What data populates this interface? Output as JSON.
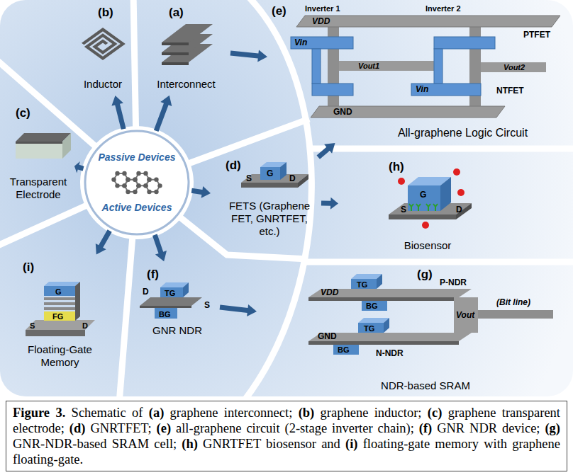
{
  "diagram": {
    "caption": "Figure 3. Schematic of (a) graphene interconnect; (b) graphene inductor; (c) graphene transparent electrode; (d) GNRTFET; (e) all-graphene circuit (2-stage inverter chain); (f) GNR NDR device; (g) GNR-NDR-based SRAM cell; (h) GNRTFET biosensor and (i) floating-gate memory with graphene floating-gate.",
    "nodes": [
      {
        "text": [
          "(b)",
          "Inductor"
        ]
      },
      {
        "text": [
          "(a)",
          "Interconnect"
        ]
      },
      {
        "text": [
          "(e)",
          "All-graphene Logic Circuit"
        ]
      },
      {
        "text": [
          "(c)",
          "Transparent Electrode"
        ]
      },
      {
        "text": [
          "Passive Devices",
          "Active Devices"
        ]
      },
      {
        "text": [
          "(d)",
          "FETS (Graphene FET, GNRTFET, etc.)"
        ]
      },
      {
        "text": [
          "(h)",
          "Biosensor"
        ]
      },
      {
        "text": [
          "(i)",
          "Floating-Gate Memory"
        ]
      },
      {
        "text": [
          "(f)",
          "GNR NDR"
        ]
      },
      {
        "text": [
          "(g)",
          "NDR-based SRAM"
        ]
      }
    ],
    "edges": [
      {
        "from": 4,
        "to": 0,
        "arrow": "to"
      },
      {
        "from": 4,
        "to": 1,
        "arrow": "to"
      },
      {
        "from": 4,
        "to": 3,
        "arrow": "to"
      },
      {
        "from": 4,
        "to": 5,
        "arrow": "to"
      },
      {
        "from": 4,
        "to": 7,
        "arrow": "to"
      },
      {
        "from": 4,
        "to": 8,
        "arrow": "to"
      },
      {
        "from": 1,
        "to": 2,
        "arrow": "to"
      },
      {
        "from": 5,
        "to": 2,
        "arrow": "to"
      },
      {
        "from": 5,
        "to": 6,
        "arrow": "to"
      },
      {
        "from": 8,
        "to": 9,
        "arrow": "to"
      }
    ],
    "labels": [
      "Inverter 1",
      "Inverter 2",
      "VDD",
      "PTFET",
      "Vin",
      "Vout1",
      "Vin",
      "Vout2",
      "NTFET",
      "GND",
      "S",
      "G",
      "D",
      "G",
      "S",
      "D",
      "G",
      "FG",
      "S",
      "D",
      "D",
      "TG",
      "BG",
      "S",
      "VDD",
      "TG",
      "P-NDR",
      "BG",
      "Vout",
      "(Bit line)",
      "GND",
      "TG",
      "BG",
      "N-NDR"
    ]
  }
}
